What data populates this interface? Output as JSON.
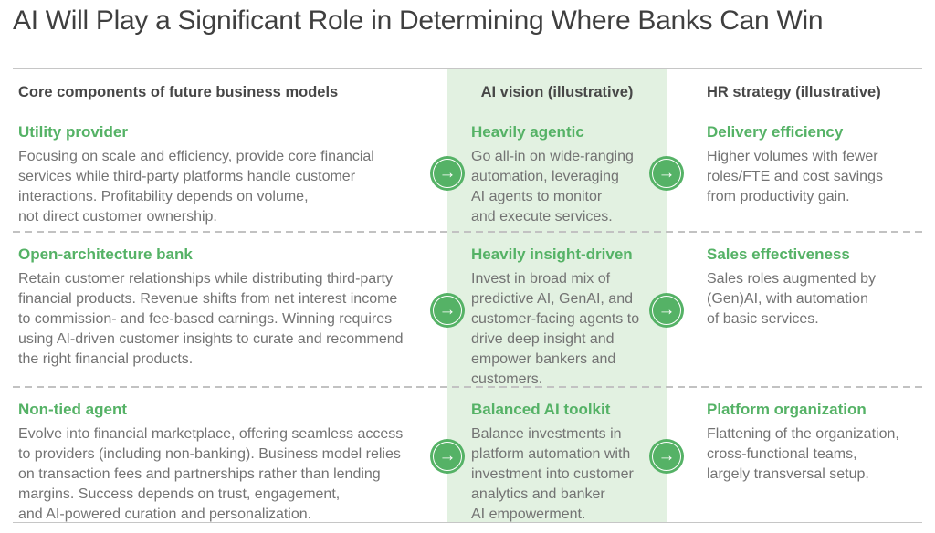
{
  "title": "AI Will Play a Significant Role in Determining Where Banks Can Win",
  "columns": {
    "business_models": {
      "header": "Core components of future business models"
    },
    "ai_vision": {
      "header": "AI vision (illustrative)"
    },
    "hr_strategy": {
      "header": "HR strategy (illustrative)"
    }
  },
  "rows": [
    {
      "model": {
        "heading": "Utility provider",
        "body": "Focusing on scale and efficiency, provide core financial\nservices while third-party platforms handle customer\ninteractions. Profitability depends on volume,\nnot direct customer ownership."
      },
      "ai_vision": {
        "heading": "Heavily agentic",
        "body": "Go all-in on wide-ranging\nautomation, leveraging\nAI agents to monitor\nand execute services."
      },
      "hr_strategy": {
        "heading": "Delivery efficiency",
        "body": "Higher volumes with fewer\nroles/FTE and cost savings\nfrom productivity gain."
      }
    },
    {
      "model": {
        "heading": "Open-architecture bank",
        "body": "Retain customer relationships while distributing third-party\nfinancial products. Revenue shifts from net interest income\nto commission- and fee-based earnings. Winning requires\nusing AI-driven customer insights to curate and recommend\nthe right financial products."
      },
      "ai_vision": {
        "heading": "Heavily insight-driven",
        "body": "Invest in broad mix of\npredictive AI, GenAI, and\ncustomer-facing agents to\ndrive deep insight and\nempower bankers and\ncustomers."
      },
      "hr_strategy": {
        "heading": "Sales effectiveness",
        "body": "Sales roles augmented by\n(Gen)AI, with automation\nof basic services."
      }
    },
    {
      "model": {
        "heading": "Non-tied agent",
        "body": "Evolve into financial marketplace, offering seamless access\nto providers (including non-banking). Business model relies\non transaction fees and partnerships rather than lending\nmargins. Success depends on trust, engagement,\nand AI-powered curation and personalization."
      },
      "ai_vision": {
        "heading": "Balanced AI toolkit",
        "body": "Balance investments in\nplatform automation with\ninvestment into customer\nanalytics and banker\nAI empowerment."
      },
      "hr_strategy": {
        "heading": "Platform organization",
        "body": "Flattening of the organization,\ncross-functional teams,\nlargely transversal setup."
      }
    }
  ],
  "icons": {
    "arrow_right_circle": "→"
  },
  "colors": {
    "accent_green": "#55b266",
    "band_green": "#e2f1e1",
    "heading_text": "#474747",
    "body_text": "#737373",
    "title_text": "#3f3f3f",
    "rule_gray": "#c6c6c6",
    "dash_gray": "#c2c2c2"
  }
}
